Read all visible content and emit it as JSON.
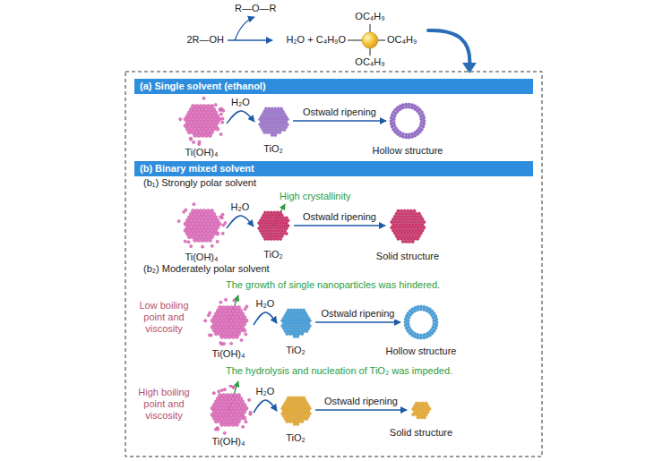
{
  "diagram": {
    "nodes": [
      {
        "text": [
          "(a) Single solvent (ethanol)"
        ]
      },
      {
        "text": [
          "Ti(OH)₄"
        ]
      },
      {
        "text": [
          "TiO₂"
        ]
      },
      {
        "text": [
          "Hollow structure"
        ]
      },
      {
        "text": [
          "(b) Binary mixed solvent"
        ]
      },
      {
        "text": [
          "Ti(OH)₄"
        ]
      },
      {
        "text": [
          "TiO₂"
        ]
      },
      {
        "text": [
          "Solid structure"
        ]
      },
      {
        "text": [
          "Ti(OH)₄"
        ]
      },
      {
        "text": [
          "TiO₂"
        ]
      },
      {
        "text": [
          "Hollow structure"
        ]
      },
      {
        "text": [
          "Ti(OH)₄"
        ]
      },
      {
        "text": [
          "TiO₂"
        ]
      },
      {
        "text": [
          "Solid structure"
        ]
      }
    ],
    "edges": [
      {
        "from": 1,
        "to": 2,
        "arrow": "to",
        "label": "H₂O"
      },
      {
        "from": 2,
        "to": 3,
        "arrow": "to",
        "label": "Ostwald ripening"
      },
      {
        "from": 5,
        "to": 6,
        "arrow": "to",
        "label": "H₂O"
      },
      {
        "from": 6,
        "to": 7,
        "arrow": "to",
        "label": "Ostwald ripening"
      },
      {
        "from": 8,
        "to": 9,
        "arrow": "to",
        "label": "H₂O"
      },
      {
        "from": 9,
        "to": 10,
        "arrow": "to",
        "label": "Ostwald ripening"
      },
      {
        "from": 11,
        "to": 12,
        "arrow": "to",
        "label": "H₂O"
      },
      {
        "from": 12,
        "to": 13,
        "arrow": "to",
        "label": "Ostwald ripening"
      }
    ],
    "labels": [
      "2R—OH",
      "R—O—R",
      "H₂O + C₄H₉O",
      "OC₄H₉",
      "OC₄H₉",
      "OC₄H₉",
      "(b₁) Strongly polar solvent",
      "High crystallinity",
      "(b₂) Moderately polar solvent",
      "The growth of single nanoparticles was hindered.",
      "Low boiling point and viscosity",
      "The hydrolysis and nucleation of TiO₂ was impeded.",
      "High boiling point and viscosity"
    ]
  }
}
